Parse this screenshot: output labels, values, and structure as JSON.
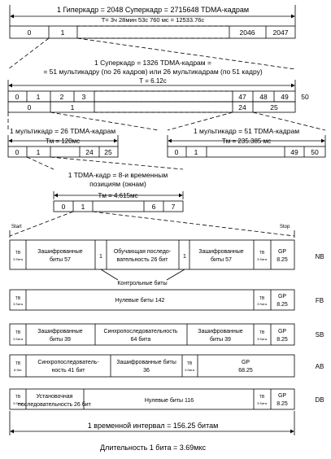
{
  "hyperframe": {
    "title": "1 Гиперкадр = 2048 Суперкадр = 2715648 TDMA-кадрам",
    "period": "T= 3ч 28мин 53с 760 мс = 12533.76с",
    "cells": [
      "0",
      "1",
      "2046",
      "2047"
    ]
  },
  "superframe": {
    "title_line1": "1 Суперкадр = 1326 TDMA-кадрам =",
    "title_line2": "= 51 мультикадру (по 26 кадров) или 26 мультикадрам (по 51 кадру)",
    "period": "T = 6.12с",
    "top_cells": [
      "0",
      "1",
      "2",
      "3",
      "47",
      "48",
      "49",
      "50"
    ],
    "bottom_cells": [
      "0",
      "1",
      "24",
      "25"
    ]
  },
  "multiframe26": {
    "title": "1 мультикадр = 26 TDMA-кадрам",
    "period": "Tм = 120мс",
    "cells": [
      "0",
      "1",
      "24",
      "25"
    ]
  },
  "multiframe51": {
    "title": "1 мультикадр = 51 TDMA-кадрам",
    "period": "Tм = 235.385 мс",
    "cells": [
      "0",
      "1",
      "49",
      "50"
    ]
  },
  "tdma": {
    "title_line1": "1 TDMA-кадр = 8-и временным",
    "title_line2": "позициям (окнам)",
    "period": "Tм = 4.615мс",
    "cells": [
      "0",
      "1",
      "6",
      "7"
    ]
  },
  "markers": {
    "start": "Start",
    "stop": "Stop"
  },
  "tb_label": "ТВ",
  "tb3": "3 бита",
  "tb8": "8 бит",
  "control_bits": "Контрольные биты",
  "nb": {
    "label": "NB",
    "enc1_l1": "Зашифрованные",
    "enc1_l2": "биты 57",
    "one": "1",
    "train_l1": "Обучающая последо-",
    "train_l2": "вательность 26 бит",
    "enc2_l1": "Зашифрованные",
    "enc2_l2": "биты 57",
    "gp_l1": "GP",
    "gp_l2": "8.25"
  },
  "fb": {
    "label": "FB",
    "zero": "Нулевые биты 142",
    "gp_l1": "GP",
    "gp_l2": "8.25"
  },
  "sb": {
    "label": "SB",
    "enc1_l1": "Зашифрованные",
    "enc1_l2": "биты 39",
    "sync_l1": "Синхропоследовательность",
    "sync_l2": "64 бита",
    "enc2_l1": "Зашифрованные",
    "enc2_l2": "биты 39",
    "gp_l1": "GP",
    "gp_l2": "8.25"
  },
  "ab": {
    "label": "AB",
    "sync_l1": "Синхропоследователь-",
    "sync_l2": "ность 41 бит",
    "enc_l1": "Зашифрованные биты",
    "enc_l2": "36",
    "gp_l1": "GP",
    "gp_l2": "68.25"
  },
  "db": {
    "label": "DB",
    "setup_l1": "Установочная",
    "setup_l2": "последовательность 26 бит",
    "zero": "Нулевые биты 116",
    "gp_l1": "GP",
    "gp_l2": "8.25"
  },
  "interval": "1 временной интервал = 156.25 битам",
  "bit_duration": "Длительность 1 бита = 3.69мкс"
}
